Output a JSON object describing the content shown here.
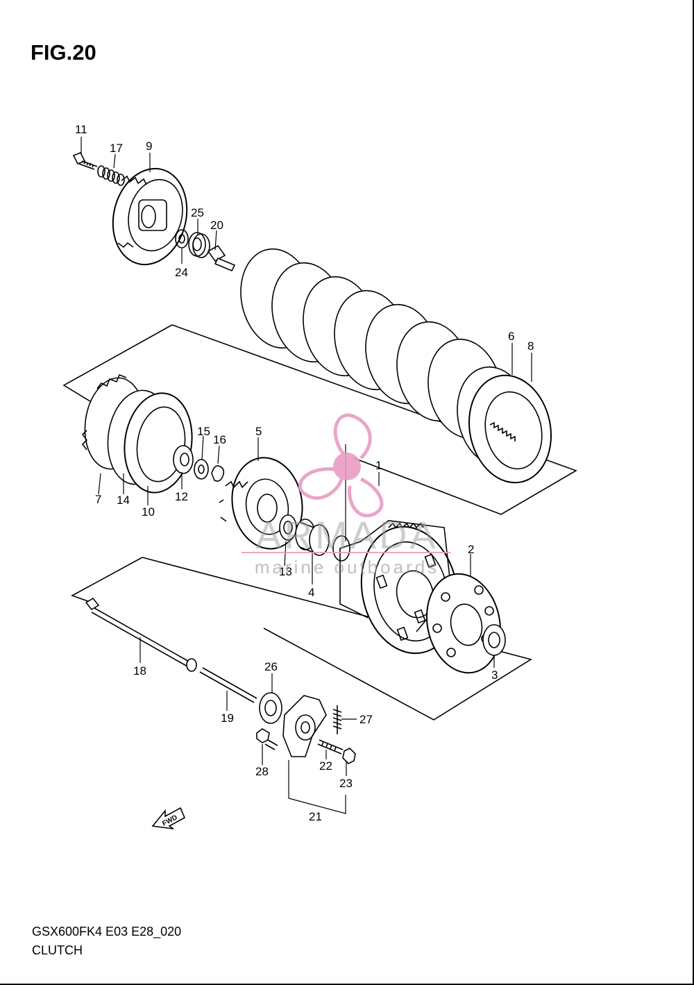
{
  "figure": {
    "title": "FIG.20"
  },
  "footer": {
    "model_code": "GSX600FK4 E03 E28_020",
    "section_name": "CLUTCH"
  },
  "watermark": {
    "brand": "ARMADA",
    "tagline": "marine outboards",
    "logo_icon": "propeller-icon",
    "logo_color": "#e89cc4",
    "text_color": "#9a9a9a"
  },
  "fwd_arrow": {
    "label": "FWD",
    "icon": "forward-arrow-icon"
  },
  "callouts": {
    "c1": "1",
    "c2": "2",
    "c3": "3",
    "c4": "4",
    "c5": "5",
    "c6": "6",
    "c7": "7",
    "c8": "8",
    "c9": "9",
    "c10": "10",
    "c11": "11",
    "c12": "12",
    "c13": "13",
    "c14": "14",
    "c15": "15",
    "c16": "16",
    "c17": "17",
    "c18": "18",
    "c19": "19",
    "c20": "20",
    "c21": "21",
    "c22": "22",
    "c23": "23",
    "c24": "24",
    "c25": "25",
    "c26": "26",
    "c27": "27",
    "c28": "28"
  }
}
